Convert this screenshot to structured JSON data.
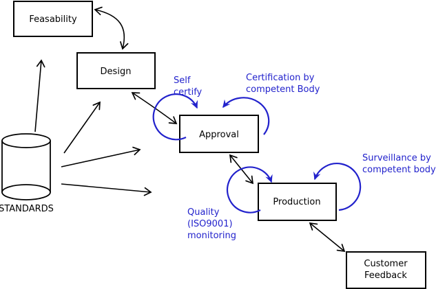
{
  "colors": {
    "ink": "#000000",
    "accent_blue": "#2222cc",
    "background": "#ffffff",
    "node_fill": "#ffffff"
  },
  "nodes": {
    "feasability": {
      "label": "Feasability"
    },
    "design": {
      "label": "Design"
    },
    "approval": {
      "label": "Approval"
    },
    "production": {
      "label": "Production"
    },
    "customer_feedback": {
      "line1": "Customer",
      "line2": "Feedback"
    },
    "standards": {
      "label": "STANDARDS"
    }
  },
  "annotations": {
    "self_certify": {
      "line1": "Self",
      "line2": "certify"
    },
    "certification": {
      "line1": "Certification by",
      "line2": "competent Body"
    },
    "surveillance": {
      "line1": "Surveillance by",
      "line2": "competent body"
    },
    "quality_monitoring": {
      "line1": "Quality",
      "line2": "(ISO9001)",
      "line3": "monitoring"
    }
  }
}
